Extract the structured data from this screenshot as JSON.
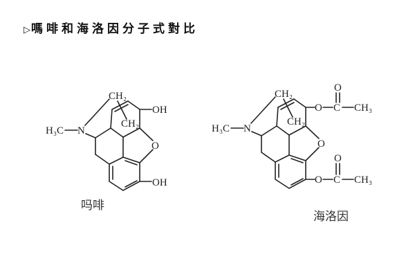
{
  "title": {
    "marker": "▷",
    "text": "嗎啡和海洛因分子式對比"
  },
  "morphine": {
    "name": "吗啡",
    "labels": {
      "ch2_bridge": "CH₂",
      "ch2_inner": "CH₂",
      "oh_top": "OH",
      "oh_bottom": "OH",
      "methyl": "H₃C",
      "nitrogen": "N",
      "oxygen": "O"
    }
  },
  "heroin": {
    "name": "海洛因",
    "labels": {
      "ch2_bridge": "CH₂",
      "ch2_inner": "CH₂",
      "methyl": "H₃C",
      "nitrogen": "N",
      "oxygen": "O",
      "ester_top": {
        "o": "O",
        "c": "C",
        "carbonyl_o": "O",
        "ch3": "CH₃"
      },
      "ester_bottom": {
        "o": "O",
        "c": "C",
        "carbonyl_o": "O",
        "ch3": "CH₃"
      }
    }
  }
}
